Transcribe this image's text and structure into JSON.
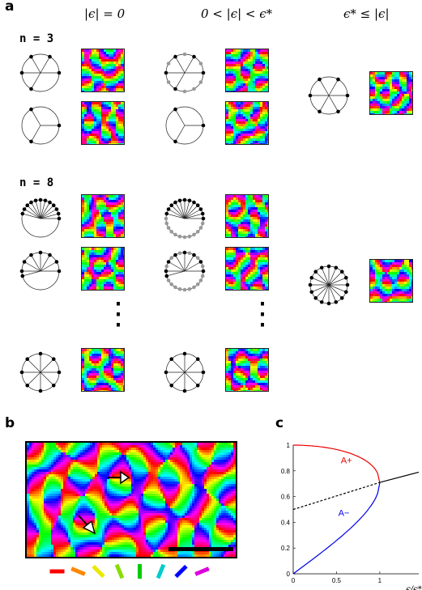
{
  "panel_a": {
    "letter": "a",
    "column_headers": [
      "|ϵ| = 0",
      "0 < |ϵ| < ϵ*",
      "ϵ* ≤ |ϵ|"
    ],
    "group_labels": [
      "n = 3",
      "n = 8"
    ],
    "ellipsis": "⋮"
  },
  "panel_b": {
    "letter": "b",
    "legend_orientations_deg": [
      0,
      22.5,
      45,
      67.5,
      90,
      112.5,
      135,
      157.5
    ],
    "legend_colors": [
      "#ff0000",
      "#ff8800",
      "#e8e800",
      "#88dd00",
      "#00cc00",
      "#00cccc",
      "#0000ff",
      "#dd00dd"
    ]
  },
  "panel_c": {
    "letter": "c",
    "chart_data": {
      "type": "line",
      "xlabel": "ϵ/ϵ*",
      "ylabel": "",
      "xlim": [
        0,
        1.45
      ],
      "ylim": [
        0,
        1
      ],
      "xticks": [
        "0",
        "0.5",
        "1"
      ],
      "yticks": [
        "0",
        "0.2",
        "0.4",
        "0.6",
        "0.8",
        "1"
      ],
      "annotations": [
        "A+",
        "A−"
      ],
      "series": [
        {
          "name": "A+",
          "color": "#ee0000",
          "style": "solid",
          "x": [
            0,
            0.2,
            0.4,
            0.6,
            0.8,
            0.9,
            1.0
          ],
          "y": [
            1.0,
            0.99,
            0.96,
            0.92,
            0.85,
            0.8,
            0.71
          ]
        },
        {
          "name": "A−",
          "color": "#0000ee",
          "style": "solid",
          "x": [
            0,
            0.2,
            0.4,
            0.6,
            0.8,
            0.9,
            1.0
          ],
          "y": [
            0,
            0.14,
            0.28,
            0.4,
            0.53,
            0.6,
            0.71
          ]
        },
        {
          "color": "#000000",
          "style": "dashed",
          "x": [
            0,
            1.0
          ],
          "y": [
            0.5,
            0.71
          ]
        },
        {
          "color": "#000000",
          "style": "solid",
          "x": [
            1.0,
            1.45
          ],
          "y": [
            0.71,
            0.79
          ]
        }
      ]
    }
  }
}
